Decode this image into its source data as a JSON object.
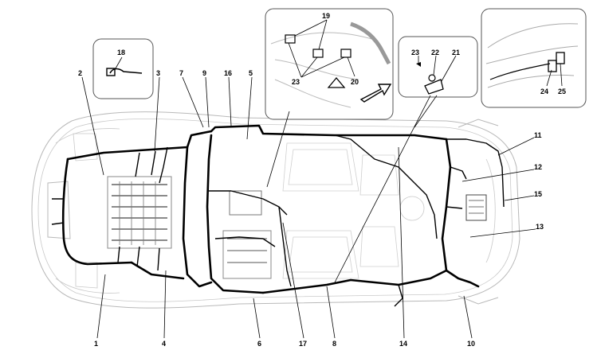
{
  "callouts": {
    "c1": "1",
    "c2": "2",
    "c3": "3",
    "c4": "4",
    "c5": "5",
    "c6": "6",
    "c7": "7",
    "c8": "8",
    "c9": "9",
    "c10": "10",
    "c11": "11",
    "c12": "12",
    "c13": "13",
    "c14": "14",
    "c15": "15",
    "c16": "16",
    "c17": "17",
    "c18": "18",
    "c19": "19",
    "c20": "20",
    "c21": "21",
    "c22": "22",
    "c23a": "23",
    "c23b": "23",
    "c24": "24",
    "c25": "25"
  },
  "colors": {
    "harness": "#000000",
    "body": "#b9b9b9",
    "inset_border": "#555555"
  }
}
